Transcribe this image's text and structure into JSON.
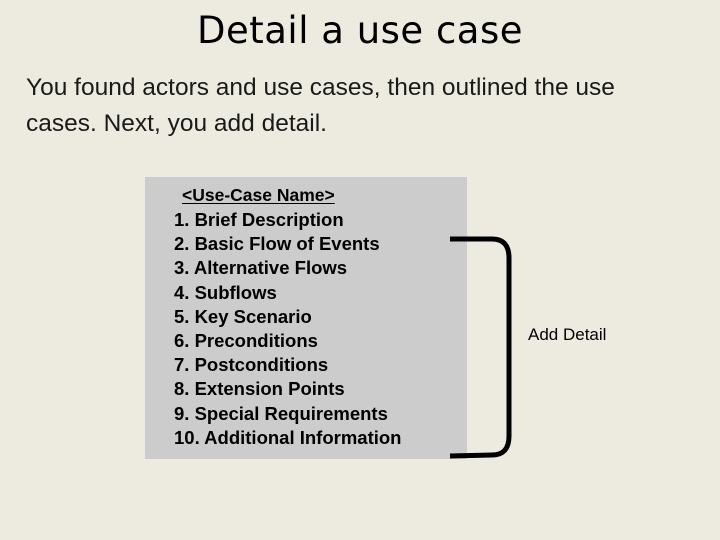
{
  "slide": {
    "title": "Detail a use case",
    "body_text": "You found actors and use cases, then outlined the use cases. Next, you add detail.",
    "background_color": "#edebe0"
  },
  "template_box": {
    "background_color": "#cccccc",
    "header": "<Use-Case Name>",
    "sections": [
      "1. Brief Description",
      "2. Basic Flow of Events",
      "3. Alternative Flows",
      "4. Subflows",
      "5. Key Scenario",
      "6. Preconditions",
      "7. Postconditions",
      "8. Extension Points",
      "9. Special Requirements",
      "10. Additional Information"
    ]
  },
  "annotation": {
    "label": "Add Detail",
    "bracket_color": "#000000"
  }
}
